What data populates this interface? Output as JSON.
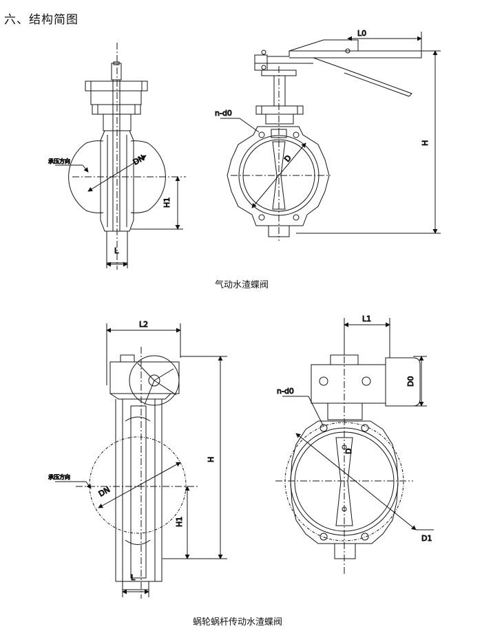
{
  "heading": "六、结构简图",
  "figures": [
    {
      "caption": "气动水渣蝶阀",
      "labels": {
        "dn": "DN",
        "pressure": "承压方向",
        "h1": "H1",
        "l": "L",
        "l0": "L0",
        "h": "H",
        "nd0": "n-d0",
        "d": "D"
      }
    },
    {
      "caption": "蜗轮蜗杆传动水渣蝶阀",
      "labels": {
        "l2": "L2",
        "dn": "DN",
        "pressure": "承压方向",
        "h1": "H1",
        "h": "H",
        "l": "L",
        "l1": "L1",
        "d0": "D0",
        "nd0": "n-d0",
        "d": "D",
        "d1": "D1"
      }
    }
  ]
}
